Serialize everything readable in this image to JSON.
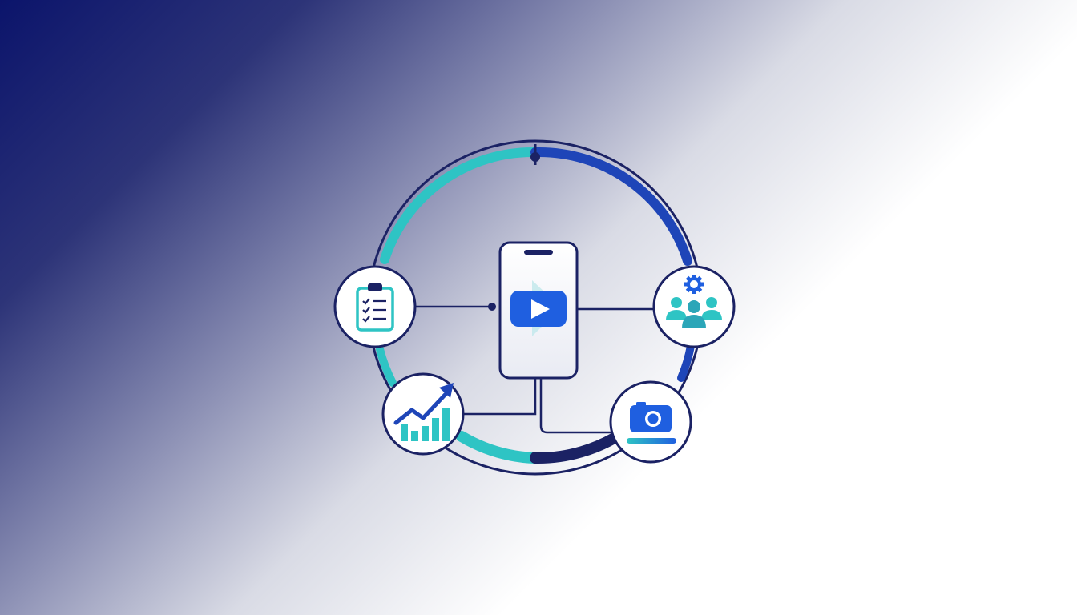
{
  "diagram": {
    "center": {
      "icon": "smartphone-video-play-icon"
    },
    "nodes": [
      {
        "id": "checklist",
        "icon": "clipboard-checklist-icon"
      },
      {
        "id": "team-settings",
        "icon": "team-gear-icon"
      },
      {
        "id": "growth",
        "icon": "growth-chart-icon"
      },
      {
        "id": "camera",
        "icon": "camera-icon"
      }
    ],
    "colors": {
      "navy": "#1b2264",
      "blue": "#1e45b8",
      "royal": "#1f5fe0",
      "teal": "#2ec4c4",
      "light_teal": "#6fd7d9",
      "white": "#ffffff"
    }
  }
}
